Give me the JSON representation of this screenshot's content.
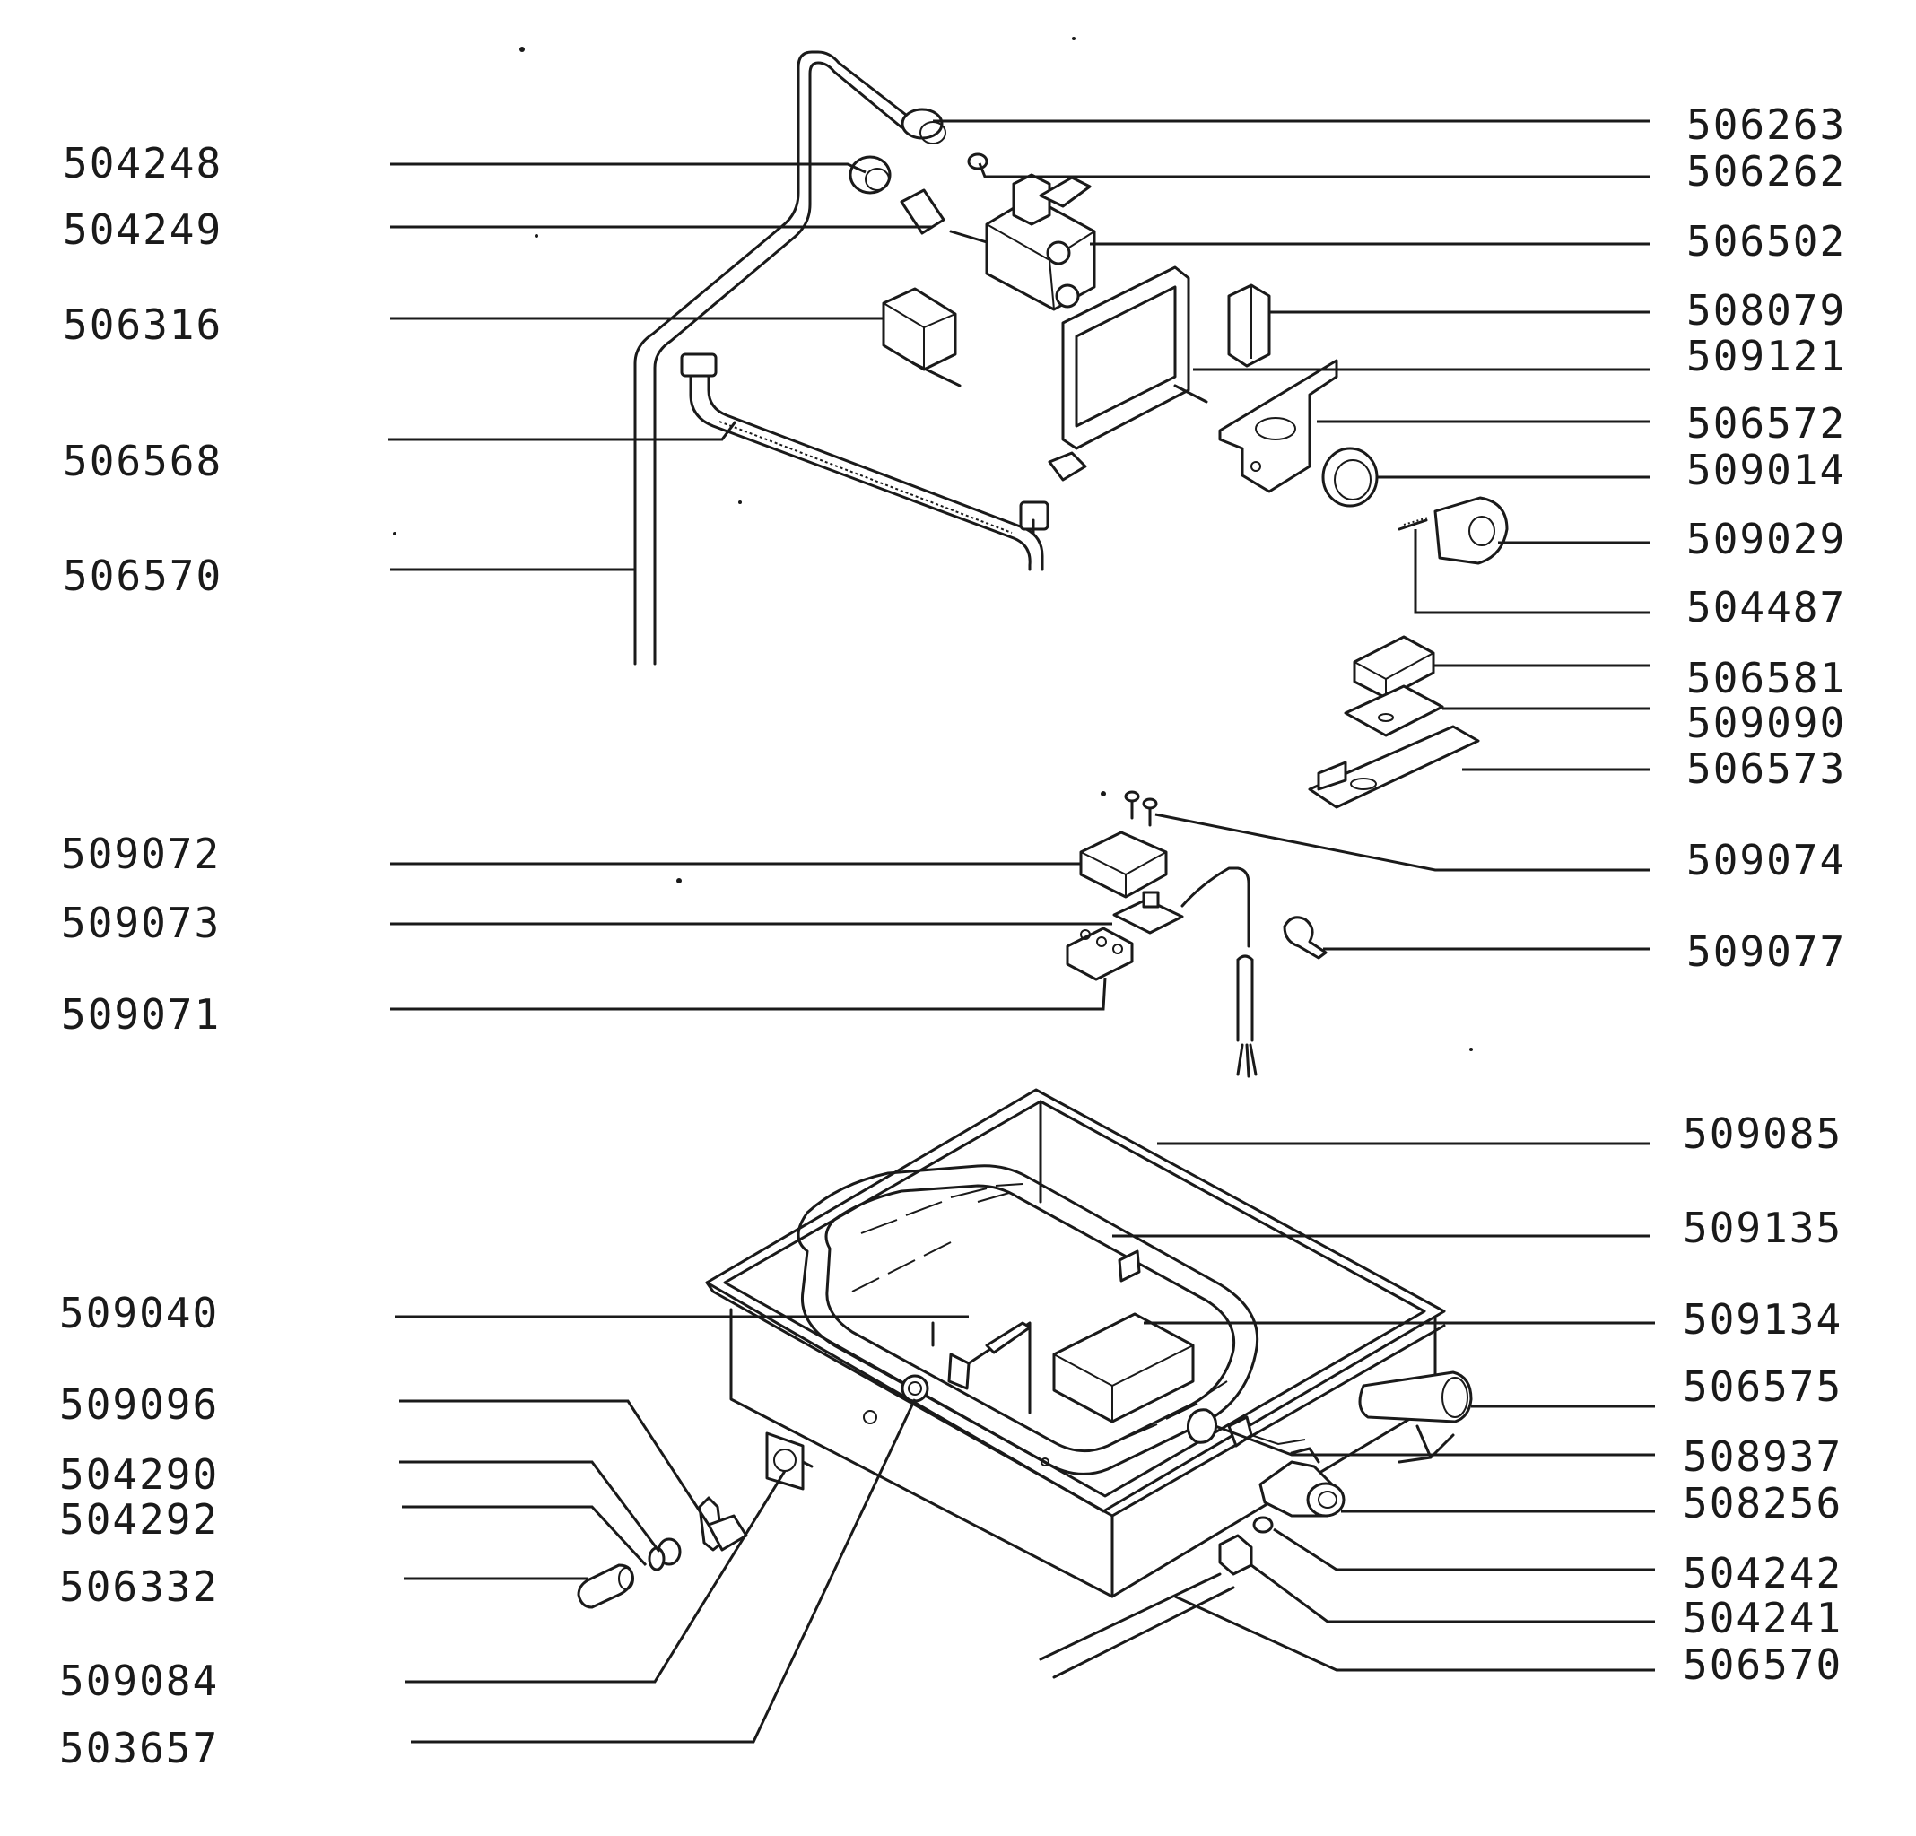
{
  "diagram": {
    "left_labels": [
      "504248",
      "504249",
      "506316",
      "506568",
      "506570",
      "509072",
      "509073",
      "509071",
      "509040",
      "509096",
      "504290",
      "504292",
      "506332",
      "509084",
      "503657"
    ],
    "right_labels": [
      "506263",
      "506262",
      "506502",
      "508079",
      "509121",
      "506572",
      "509014",
      "509029",
      "504487",
      "506581",
      "509090",
      "506573",
      "509074",
      "509077",
      "509085",
      "509135",
      "509134",
      "506575",
      "508937",
      "508256",
      "504242",
      "504241",
      "506570"
    ]
  }
}
